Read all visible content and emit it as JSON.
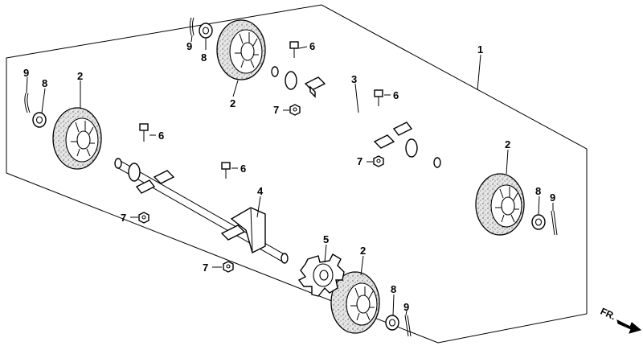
{
  "callouts": {
    "c1": "1",
    "c2a": "2",
    "c2b": "2",
    "c2c": "2",
    "c2d": "2",
    "c3": "3",
    "c4": "4",
    "c5": "5",
    "c6a": "6",
    "c6b": "6",
    "c6c": "6",
    "c6d": "6",
    "c7a": "7",
    "c7b": "7",
    "c7c": "7",
    "c7d": "7",
    "c8a": "8",
    "c8b": "8",
    "c8c": "8",
    "c8d": "8",
    "c9a": "9",
    "c9b": "9",
    "c9c": "9",
    "c9d": "9"
  },
  "direction_marker": "FR."
}
